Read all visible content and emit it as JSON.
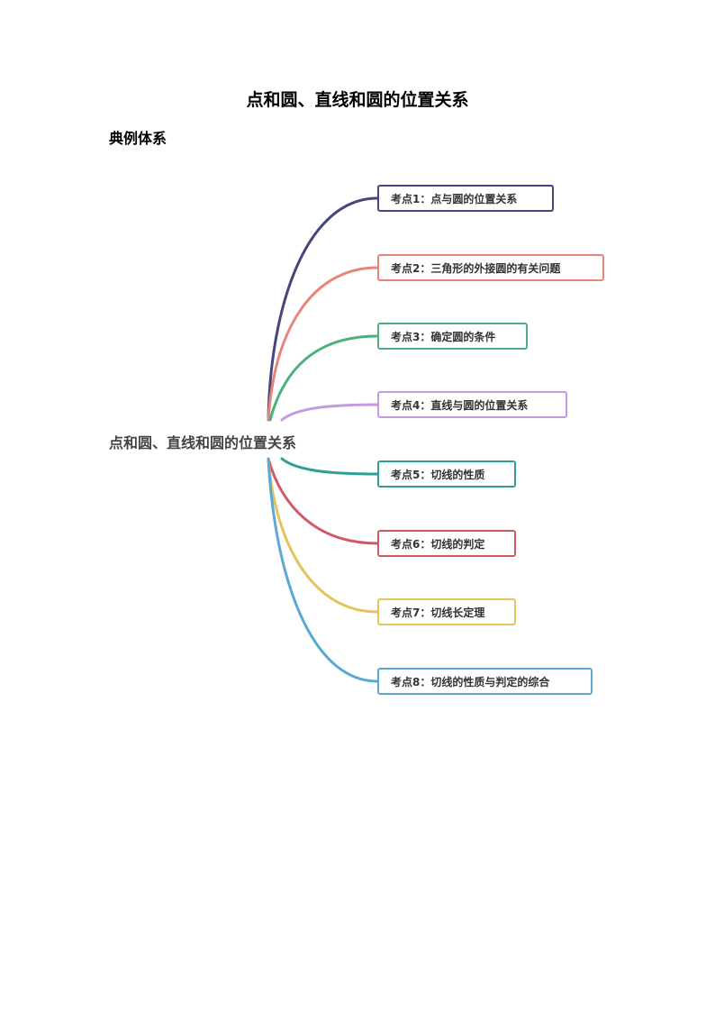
{
  "document": {
    "title": "点和圆、直线和圆的位置关系",
    "section_heading": "典例体系"
  },
  "mindmap": {
    "central_topic": "点和圆、直线和圆的位置关系",
    "branches": [
      {
        "label": "考点1：点与圆的位置关系",
        "color": "#45467d"
      },
      {
        "label": "考点2：三角形的外接圆的有关问题",
        "color": "#e8857b"
      },
      {
        "label": "考点3：确定圆的条件",
        "color": "#4caf7e"
      },
      {
        "label": "考点4：直线与圆的位置关系",
        "color": "#c49ae0"
      },
      {
        "label": "考点5：切线的性质",
        "color": "#2f9e94"
      },
      {
        "label": "考点6：切线的判定",
        "color": "#cf5a64"
      },
      {
        "label": "考点7：切线长定理",
        "color": "#e6c25a"
      },
      {
        "label": "考点8：切线的性质与判定的综合",
        "color": "#5ba8d2"
      }
    ]
  }
}
